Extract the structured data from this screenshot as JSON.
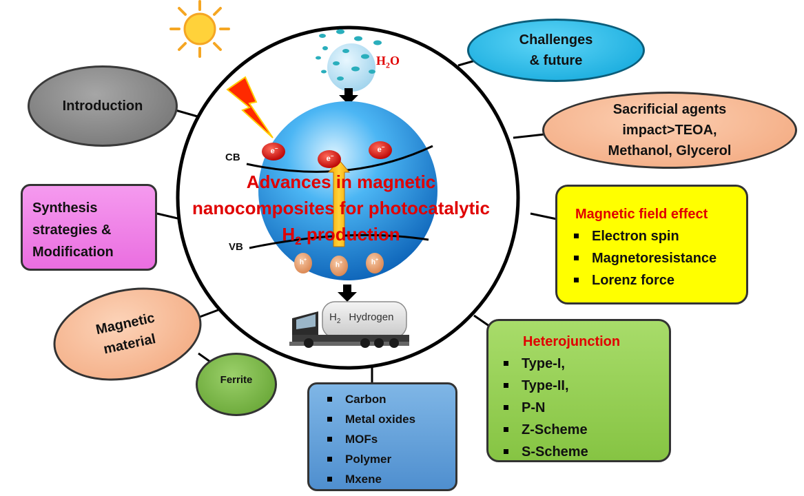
{
  "center": {
    "title_line1": "Advances in magnetic",
    "title_line2": "nanocomposites for photocatalytic",
    "title_line3_prefix": "H",
    "title_line3_sub": "2",
    "title_line3_suffix": " production",
    "cb_label": "CB",
    "vb_label": "VB",
    "electron": "e",
    "electron_sup": "−",
    "hole": "h",
    "hole_sup": "+",
    "water_prefix": "H",
    "water_sub": "2",
    "water_suffix": "O",
    "truck_h2_prefix": "H",
    "truck_h2_sub": "2",
    "truck_word": "Hydrogen"
  },
  "nodes": {
    "introduction": "Introduction",
    "challenges_line1": "Challenges",
    "challenges_line2": "& future",
    "sacrificial_line1": "Sacrificial agents",
    "sacrificial_line2": "impact>TEOA,",
    "sacrificial_line3": "Methanol, Glycerol",
    "synthesis_line1": "Synthesis",
    "synthesis_line2": "strategies &",
    "synthesis_line3": "Modification",
    "magnetic_field": {
      "title": "Magnetic field effect",
      "items": [
        "Electron spin",
        "Magnetoresistance",
        "Lorenz force"
      ]
    },
    "magnetic_material_line1": "Magnetic",
    "magnetic_material_line2": "material",
    "ferrite": "Ferrite",
    "materials": [
      "Carbon",
      "Metal oxides",
      "MOFs",
      "Polymer",
      "Mxene"
    ],
    "heterojunction": {
      "title": "Heterojunction",
      "items": [
        "Type-I,",
        "Type-II,",
        "P-N",
        "Z-Scheme",
        "S-Scheme"
      ]
    }
  },
  "colors": {
    "title_red": "#e00000",
    "introduction_fill": "#808080",
    "challenges_fill": "#1ab8e8",
    "peach_fill": "#f6b48c",
    "synthesis_fill": "#ee7be4",
    "magnetic_field_fill": "#ffff00",
    "ferrite_fill": "#6aaa33",
    "materials_fill": "#5b9bd5",
    "heterojunction_fill": "#92d050"
  }
}
